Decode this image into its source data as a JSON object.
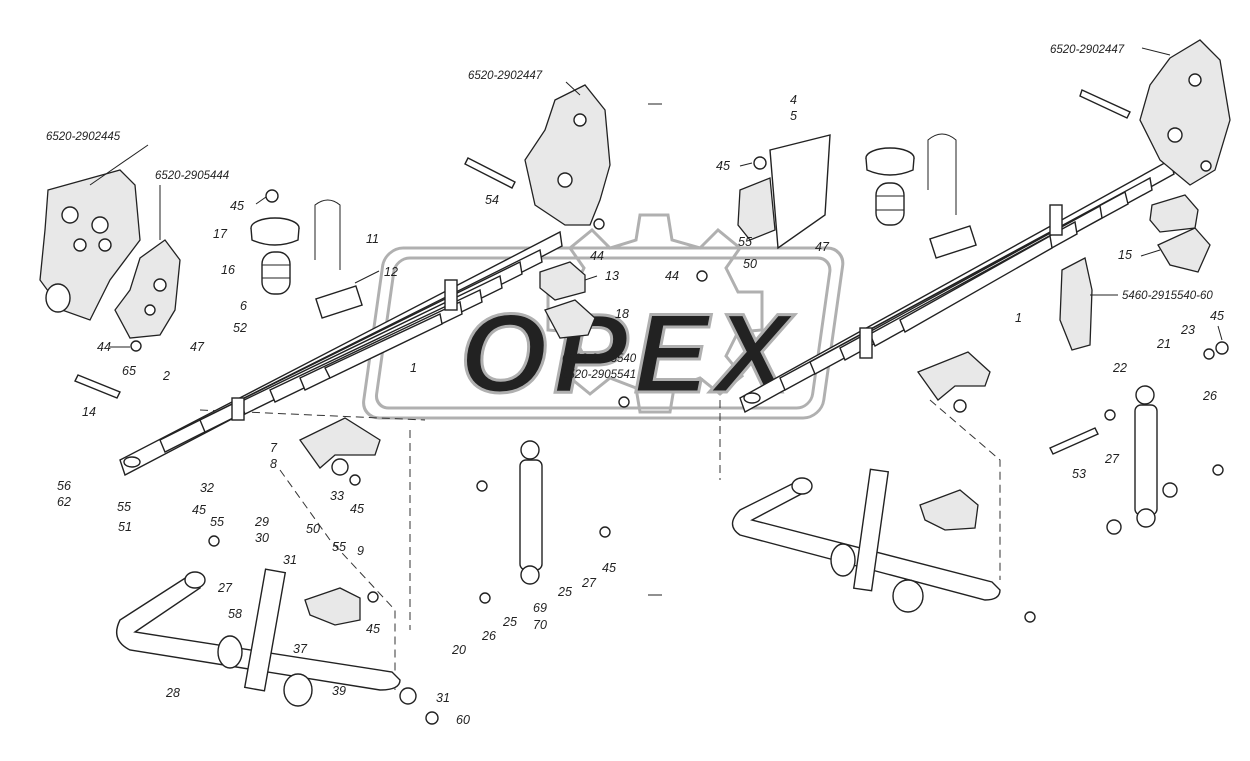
{
  "part_numbers": {
    "bracket_front_left": "6520-2902445",
    "bracket_left_mid": "6520-2905444",
    "bracket_center": "6520-2902447",
    "bracket_right": "6520-2902447",
    "bracket_small_a": "6520-2905540",
    "bracket_small_b": "6520-2905541",
    "bracket_right_side": "5460-2915540-60"
  },
  "callouts": {
    "n1": "1",
    "n2": "2",
    "n4": "4",
    "n5": "5",
    "n6": "6",
    "n7": "7",
    "n8": "8",
    "n9": "9",
    "n11": "11",
    "n12": "12",
    "n13": "13",
    "n14": "14",
    "n15": "15",
    "n16": "16",
    "n17": "17",
    "n18": "18",
    "n20": "20",
    "n21": "21",
    "n22": "22",
    "n23": "23",
    "n25": "25",
    "n26": "26",
    "n27": "27",
    "n28": "28",
    "n29": "29",
    "n30": "30",
    "n31": "31",
    "n32": "32",
    "n33": "33",
    "n37": "37",
    "n39": "39",
    "n44": "44",
    "n45": "45",
    "n47": "47",
    "n50": "50",
    "n51": "51",
    "n52": "52",
    "n53": "53",
    "n54": "54",
    "n55": "55",
    "n56": "56",
    "n58": "58",
    "n60": "60",
    "n62": "62",
    "n65": "65",
    "n69": "69",
    "n70": "70"
  },
  "watermark": {
    "text": "OPEX",
    "color": "#b0b0b0"
  }
}
